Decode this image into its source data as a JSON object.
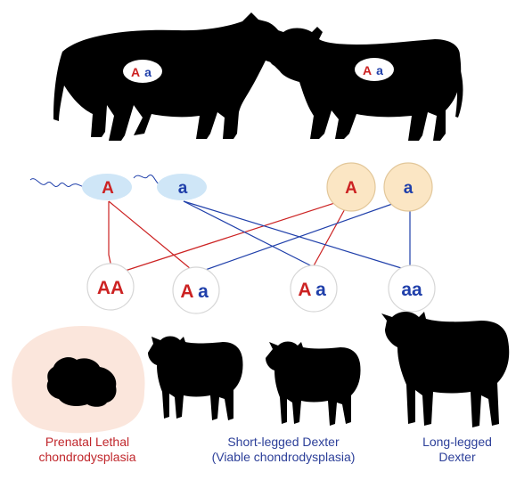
{
  "colors": {
    "dominant": "#cc2222",
    "recessive": "#1f3faa",
    "sperm_fill": "#cfe6f7",
    "egg_fill": "#fbe6c4",
    "egg_stroke": "#e2c79a",
    "lethal_bg": "#fbe6dc",
    "silhouette": "#000000",
    "lethal_caption": "#c0262b",
    "viable_caption": "#2c3f99"
  },
  "parents": {
    "bull_genotype": {
      "dominant": "A",
      "recessive": "a"
    },
    "cow_genotype": {
      "dominant": "A",
      "recessive": "a"
    }
  },
  "gametes": {
    "sperm": [
      {
        "allele": "A",
        "kind": "dominant"
      },
      {
        "allele": "a",
        "kind": "recessive"
      }
    ],
    "eggs": [
      {
        "allele": "A",
        "kind": "dominant"
      },
      {
        "allele": "a",
        "kind": "recessive"
      }
    ]
  },
  "offspring": [
    {
      "genotype": [
        {
          "allele": "AA",
          "kind": "dominant"
        }
      ]
    },
    {
      "genotype": [
        {
          "allele": "A",
          "kind": "dominant"
        },
        {
          "allele": "a",
          "kind": "recessive"
        }
      ]
    },
    {
      "genotype": [
        {
          "allele": "A",
          "kind": "dominant"
        },
        {
          "allele": "a",
          "kind": "recessive"
        }
      ]
    },
    {
      "genotype": [
        {
          "allele": "aa",
          "kind": "recessive"
        }
      ]
    }
  ],
  "captions": {
    "lethal": {
      "line1": "Prenatal Lethal",
      "line2": "chondrodysplasia"
    },
    "short": {
      "line1": "Short-legged Dexter",
      "line2": "(Viable chondrodysplasia)"
    },
    "long": {
      "line1": "Long-legged",
      "line2": "Dexter"
    }
  }
}
